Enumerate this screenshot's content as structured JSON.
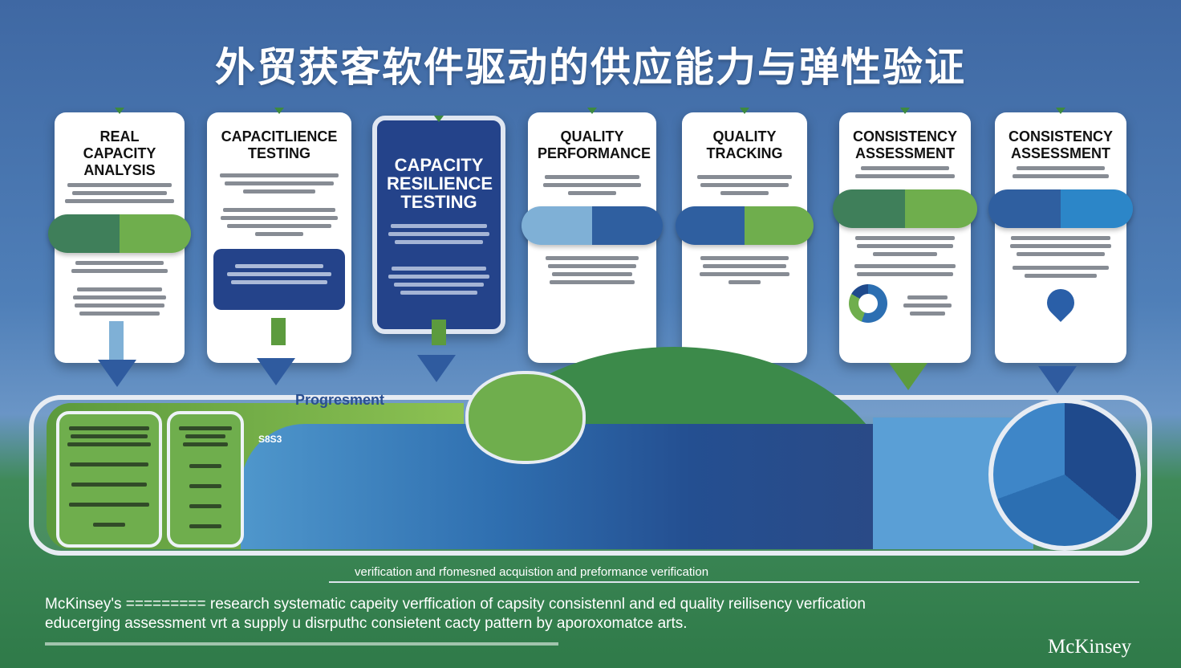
{
  "title": "外贸获客软件驱动的供应能力与弹性验证",
  "cards": [
    {
      "id": "real-capacity-analysis",
      "title": "REAL CAPACITY ANALYSIS"
    },
    {
      "id": "capacitlience-testing",
      "title": "CAPACITLIENCE TESTING"
    },
    {
      "id": "capacity-resilience-testing",
      "title": "CAPACITY RESILIENCE TESTING"
    },
    {
      "id": "quality-performance",
      "title": "QUALITY PERFORMANCE"
    },
    {
      "id": "quality-tracking",
      "title": "QUALITY TRACKING"
    },
    {
      "id": "consistency-assessment-1",
      "title": "CONSISTENCY ASSESSMENT"
    },
    {
      "id": "consistency-assessment-2",
      "title": "CONSISTENCY ASSESSMENT"
    }
  ],
  "band": {
    "progression_label": "Progresment",
    "badge_label": "S8S3"
  },
  "footer": {
    "caption": "verification and rfomesned acquistion and preformance verification",
    "line1": "McKinsey's ========= research systematic capeity verffication of capsity consistennl and ed quality reilisency verfication",
    "line2": "educerging assessment vrt a supply u disrputhc consietent cacty pattern by aporoxomatce arts.",
    "brand": "McKinsey"
  },
  "colors": {
    "navy": "#24438a",
    "green": "#5c9b3e",
    "sky": "#4f7fb8"
  }
}
